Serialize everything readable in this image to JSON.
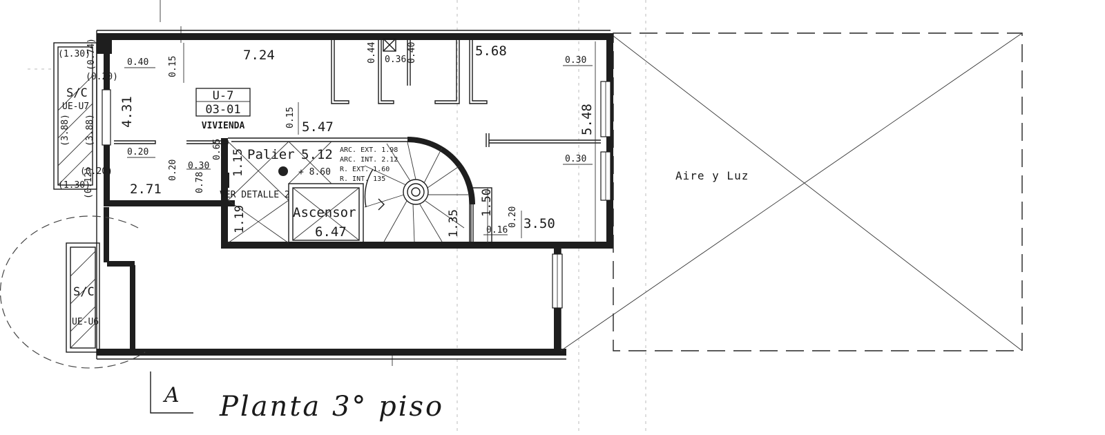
{
  "plan": {
    "title": "Planta 3° piso",
    "section_mark": "A",
    "air_light": "Aire y Luz",
    "unit": {
      "code": "U-7",
      "number": "03-01",
      "use": "VIVIENDA"
    },
    "rooms": {
      "palier": "Palier",
      "palier_area": "5.12",
      "ascensor": "Ascensor",
      "ascensor_area": "6.47",
      "ver_detalle": "VER DETALLE 2",
      "level": "+ 8.60"
    },
    "service": {
      "sc_top": "S/C",
      "ue_top": "UE-U7",
      "sc_bottom": "S/C",
      "ue_bottom": "UE-U6"
    },
    "stair_notes": [
      "ARC. EXT. 1.98",
      "ARC. INT. 2.12",
      "R. EXT. 1.60",
      "R. INT. 135"
    ],
    "dimensions": {
      "d724": "7.24",
      "d568": "5.68",
      "d431": "4.31",
      "d548": "5.48",
      "d547": "5.47",
      "d271": "2.71",
      "d350": "3.50",
      "d040": "0.40",
      "d015a": "0.15",
      "d015b": "0.15",
      "d030a": "0.30",
      "d030b": "0.30",
      "d030c": "0.30",
      "d020a": "0.20",
      "d020b": "0.20",
      "d020c": "0.20",
      "d020d": "(0.20)",
      "d020e": "(0.20)",
      "d036": "0.36",
      "d044a": "0.44",
      "d044b": "0.40",
      "d065": "0.65",
      "d078": "0.78",
      "d115": "1.15",
      "d119": "1.19",
      "d135": "1.35",
      "d150": "1.50",
      "d016": "0.16",
      "d130a": "(1.30)",
      "d130b": "(1.30)",
      "d074": "(0.74)",
      "d388a": "(3.88)",
      "d388b": "(3.88)",
      "d012": "(0.12)"
    }
  }
}
